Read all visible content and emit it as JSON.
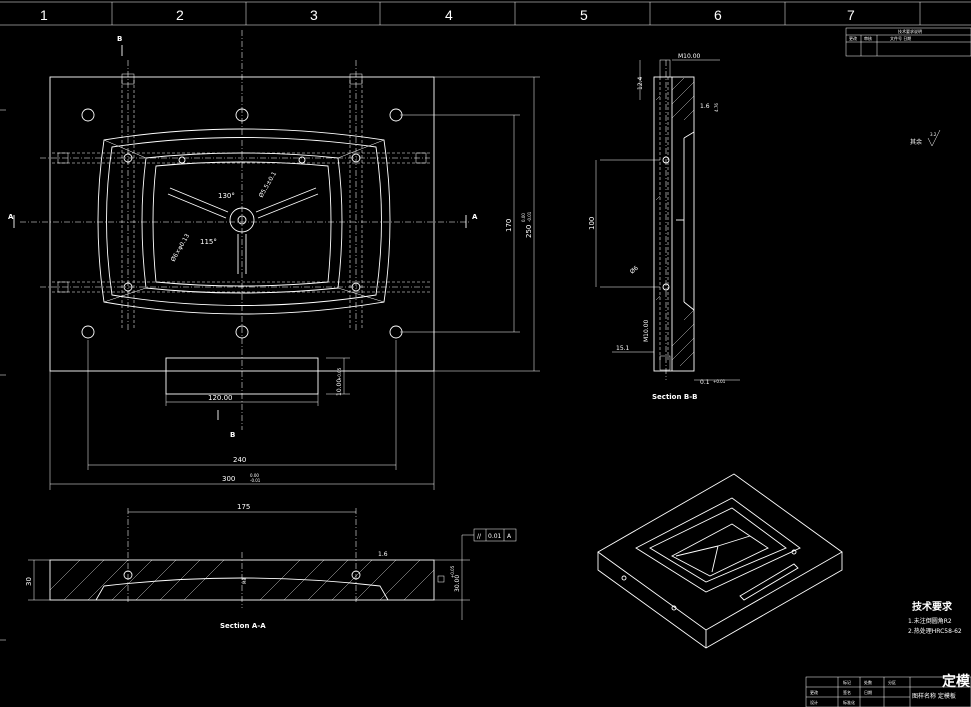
{
  "zones": [
    "1",
    "2",
    "3",
    "4",
    "5",
    "6",
    "7"
  ],
  "top_view": {
    "section_b_top": "B",
    "section_b_bottom": "B",
    "section_a_left": "A",
    "section_a_right": "A",
    "angle_top": "130°",
    "angle_bottom": "115°",
    "dim_120": "120.00",
    "dim_240": "240",
    "dim_300": "300",
    "dim_300_tol": "-0.01",
    "dim_300_tol_up": "0.00",
    "dim_170": "170",
    "dim_250": "250",
    "dim_250_tol": "-0.01",
    "dim_250_tol_up": "0.00",
    "dim_10": "10.00",
    "dim_10_tol": "+0.05",
    "pin_note_left": "Ø6×φ0.13",
    "pin_note_right": "Ø5.5±0.1"
  },
  "section_bb": {
    "title": "Section B-B",
    "m10": "M10.00",
    "d12": "12.4",
    "d100": "100",
    "d6": "Ø6",
    "m10_2": "M10.00",
    "d15": "15.1",
    "d01": "0.1",
    "d01_tol": "+0.01",
    "rough1": "1.6",
    "rough2": "4.76"
  },
  "section_aa": {
    "title": "Section A-A",
    "dim_175": "175",
    "dim_30": "30",
    "dim_30_right": "30.00",
    "dim_30_tol": "+0.05",
    "rough": "1.6",
    "tolerance_frame": [
      "//",
      "0.01",
      "A"
    ],
    "center_mark": "M8"
  },
  "roughness_note": {
    "label": "其余",
    "value": "3.2"
  },
  "tech_requirements": {
    "heading": "技术要求",
    "items": [
      "1.未注倒圆角R2",
      "2.热处理HRC58-62"
    ]
  },
  "title_block": {
    "big_title": "定模",
    "bottom_text": "图样名称  定模板",
    "cells": [
      "标记",
      "处数",
      "分区",
      "更改",
      "签名",
      "日期",
      "设计",
      "标准化"
    ]
  },
  "top_right_table": {
    "header": "技术要求说明",
    "cells": [
      "更改",
      "审核",
      "文件号 日期"
    ]
  }
}
